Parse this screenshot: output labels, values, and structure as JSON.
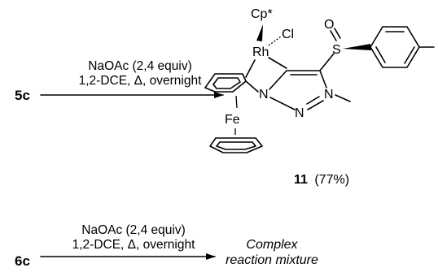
{
  "reaction1": {
    "reactant": "5c",
    "conditions_line1": "NaOAc (2,4 equiv)",
    "conditions_line2": "1,2-DCE, Δ, overnight",
    "product_number": "11",
    "product_yield": "(77%)",
    "atoms": {
      "cp_star": "Cp*",
      "cl": "Cl",
      "rh": "Rh",
      "o": "O",
      "s": "S",
      "fe": "Fe",
      "n1": "N",
      "n2": "N",
      "n3": "N"
    }
  },
  "reaction2": {
    "reactant": "6c",
    "conditions_line1": "NaOAc (2,4 equiv)",
    "conditions_line2": "1,2-DCE, Δ, overnight",
    "result_line1": "Complex",
    "result_line2": "reaction mixture"
  }
}
